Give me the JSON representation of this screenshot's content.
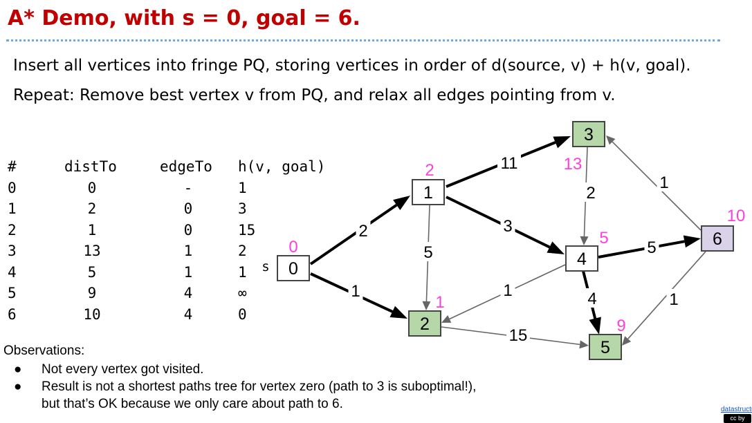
{
  "slide": {
    "title": "A* Demo, with s = 0, goal = 6.",
    "line1": "Insert all vertices into fringe PQ, storing vertices in order of d(source, v) + h(v, goal).",
    "line2": "Repeat: Remove best vertex v from PQ, and relax all edges pointing from v."
  },
  "table": {
    "headers": [
      "#",
      "distTo",
      "edgeTo",
      "h(v, goal)"
    ],
    "rows": [
      [
        "0",
        "0",
        "-",
        "1"
      ],
      [
        "1",
        "2",
        "0",
        "3"
      ],
      [
        "2",
        "1",
        "0",
        "15"
      ],
      [
        "3",
        "13",
        "1",
        "2"
      ],
      [
        "4",
        "5",
        "1",
        "1"
      ],
      [
        "5",
        "9",
        "4",
        "∞"
      ],
      [
        "6",
        "10",
        "4",
        "0"
      ]
    ]
  },
  "graph": {
    "source_marker": "s",
    "vertices": [
      {
        "id": "0",
        "dist": "0",
        "fill": "#ffffff"
      },
      {
        "id": "1",
        "dist": "2",
        "fill": "#ffffff"
      },
      {
        "id": "2",
        "dist": "1",
        "fill": "#b6d7a8"
      },
      {
        "id": "3",
        "dist": "13",
        "fill": "#b6d7a8"
      },
      {
        "id": "4",
        "dist": "5",
        "fill": "#ffffff"
      },
      {
        "id": "5",
        "dist": "9",
        "fill": "#b6d7a8"
      },
      {
        "id": "6",
        "dist": "10",
        "fill": "#d9d2e9"
      }
    ],
    "edges": [
      {
        "from": "0",
        "to": "1",
        "weight": "2",
        "in_tree": true
      },
      {
        "from": "0",
        "to": "2",
        "weight": "1",
        "in_tree": true
      },
      {
        "from": "1",
        "to": "3",
        "weight": "11",
        "in_tree": true
      },
      {
        "from": "1",
        "to": "4",
        "weight": "3",
        "in_tree": true
      },
      {
        "from": "1",
        "to": "2",
        "weight": "5",
        "in_tree": false
      },
      {
        "from": "3",
        "to": "4",
        "weight": "2",
        "in_tree": false
      },
      {
        "from": "4",
        "to": "2",
        "weight": "1",
        "in_tree": false
      },
      {
        "from": "4",
        "to": "6",
        "weight": "5",
        "in_tree": true
      },
      {
        "from": "4",
        "to": "5",
        "weight": "4",
        "in_tree": true
      },
      {
        "from": "2",
        "to": "5",
        "weight": "15",
        "in_tree": false
      },
      {
        "from": "6",
        "to": "3",
        "weight": "1",
        "in_tree": false
      },
      {
        "from": "6",
        "to": "5",
        "weight": "1",
        "in_tree": false
      }
    ],
    "colors": {
      "tree_edge": "#000000",
      "other_edge": "#666666",
      "dist_label": "#ff3fd8",
      "visited_fill": "#b6d7a8",
      "goal_fill": "#d9d2e9"
    }
  },
  "observations": {
    "title": "Observations:",
    "bullet": "●",
    "items": [
      "Not every vertex got visited.",
      "Result is not a shortest paths tree for vertex zero (path to 3 is suboptimal!), but that’s OK because we only care about path to 6."
    ]
  },
  "footer": {
    "link_text": "datastructur",
    "license_badge": "cc by"
  }
}
